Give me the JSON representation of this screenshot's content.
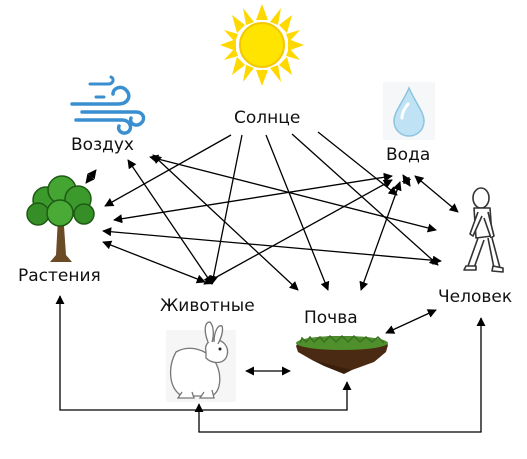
{
  "nodes": {
    "sun": "Солнце",
    "air": "Воздух",
    "water": "Вода",
    "plants": "Растения",
    "animals": "Животные",
    "soil": "Почва",
    "human": "Человек"
  },
  "icons": {
    "sun": "sun-icon",
    "air": "wind-icon",
    "water": "water-drop-icon",
    "plants": "tree-icon",
    "animals": "rabbit-icon",
    "soil": "soil-clod-icon",
    "human": "walking-person-icon"
  },
  "colors": {
    "sun": "#ffd800",
    "wind": "#3a8fd0",
    "drop": "#bfe3f5",
    "tree_leaves": "#3c9a2c",
    "trunk": "#6b4a26",
    "grass": "#4f8f2c",
    "earth": "#4a2a12",
    "arrow": "#000000"
  }
}
